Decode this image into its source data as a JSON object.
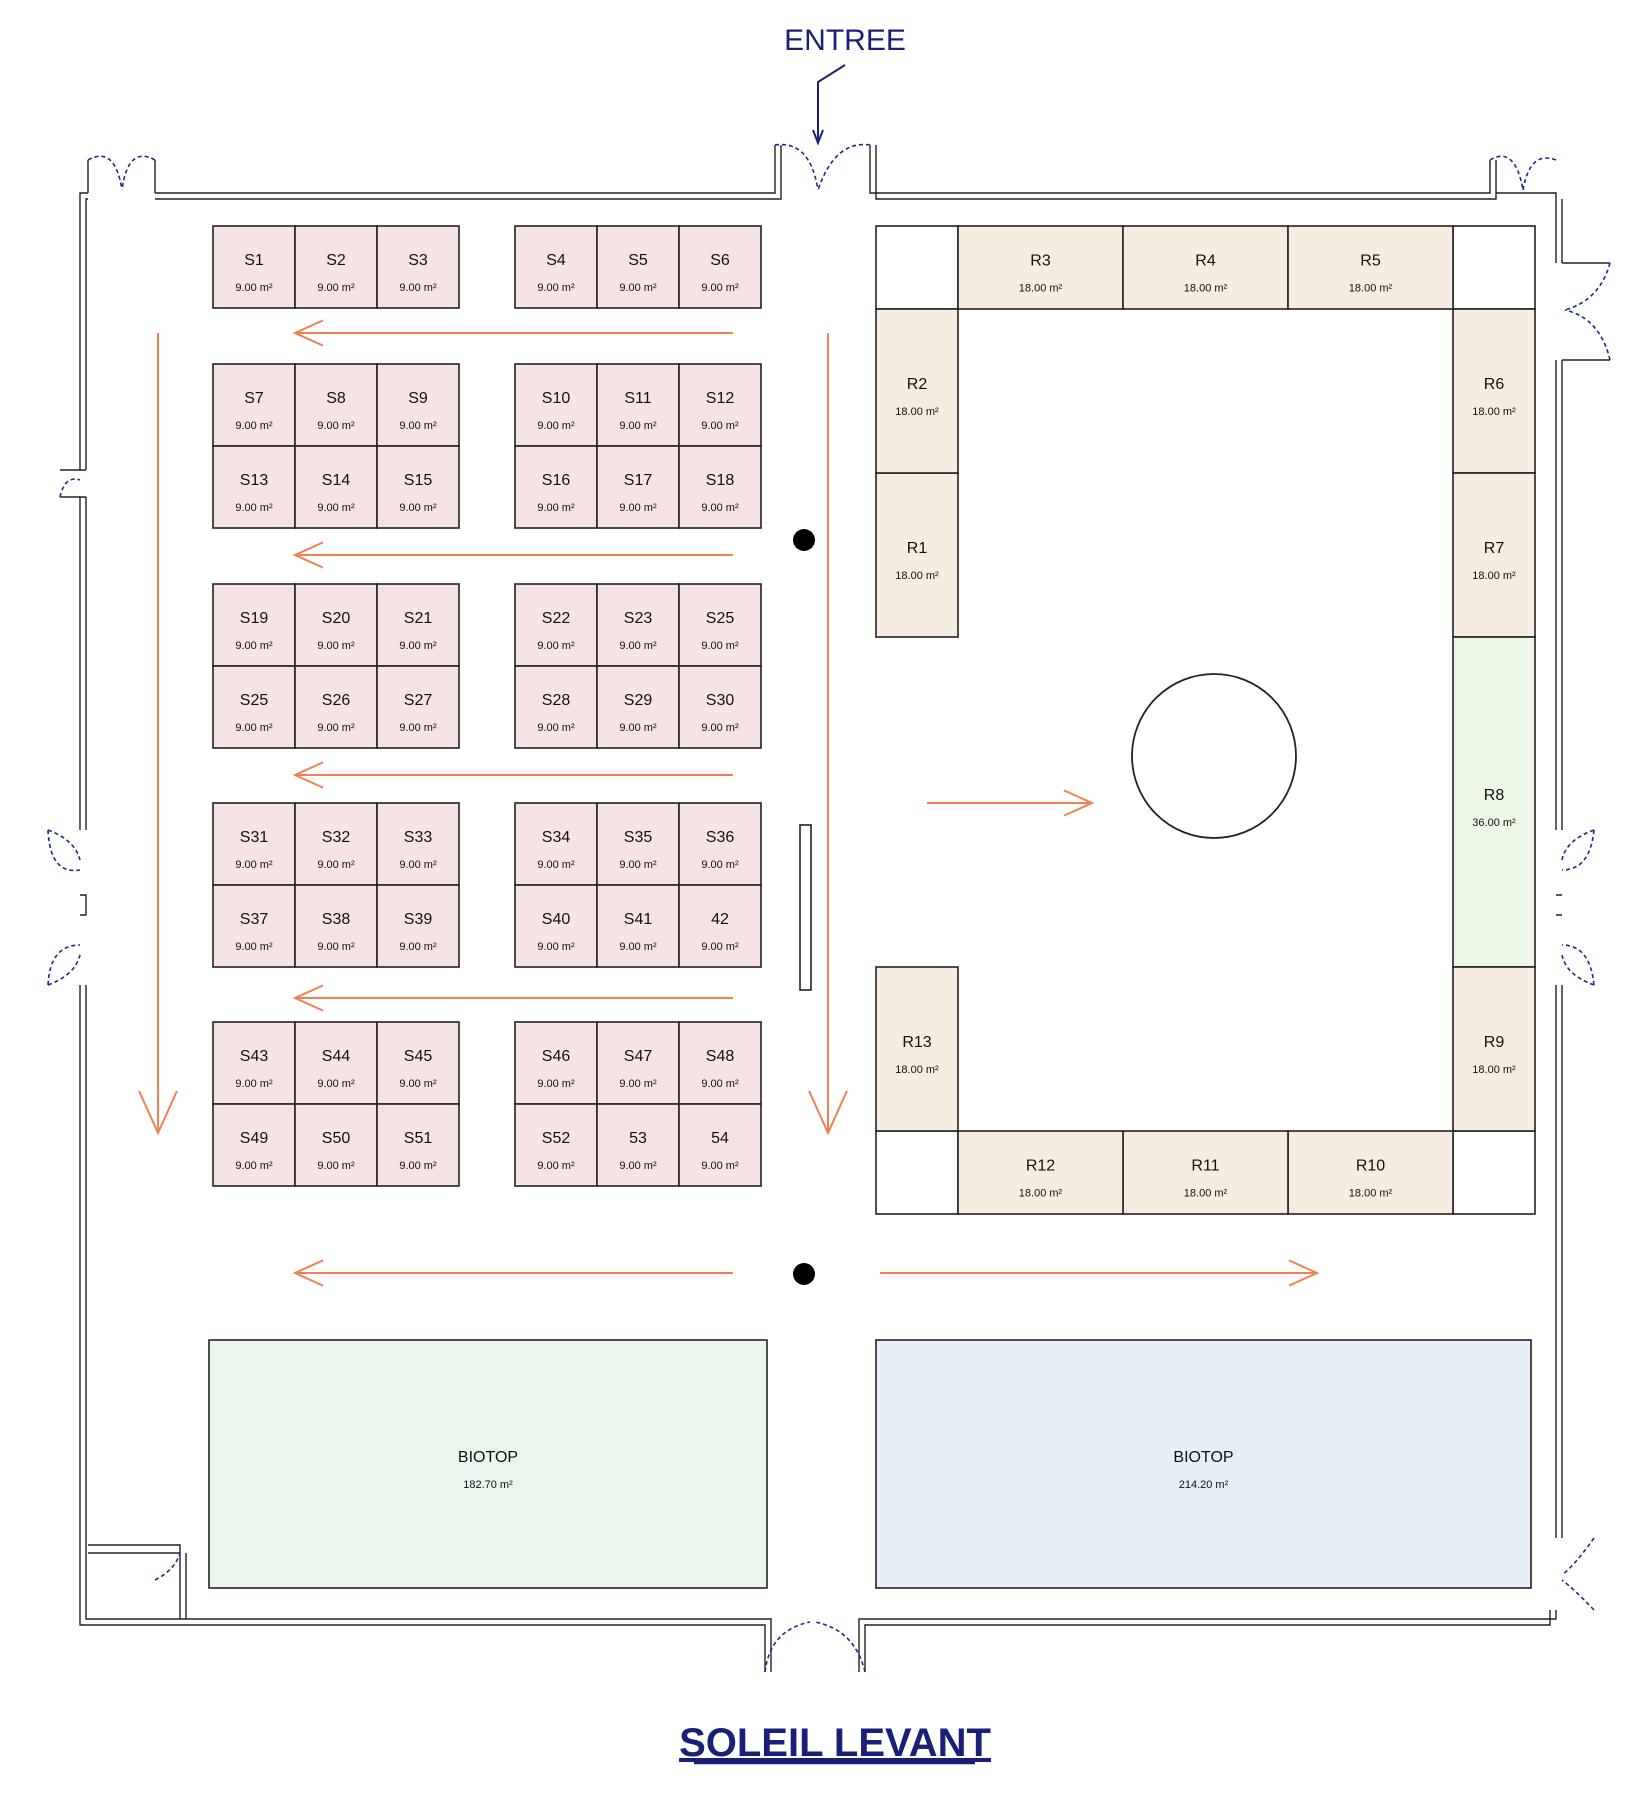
{
  "entrance": {
    "label": "ENTREE"
  },
  "title": "SOLEIL LEVANT",
  "booths_s": [
    {
      "name": "S1",
      "area": "9.00 m²"
    },
    {
      "name": "S2",
      "area": "9.00 m²"
    },
    {
      "name": "S3",
      "area": "9.00 m²"
    },
    {
      "name": "S4",
      "area": "9.00 m²"
    },
    {
      "name": "S5",
      "area": "9.00 m²"
    },
    {
      "name": "S6",
      "area": "9.00 m²"
    },
    {
      "name": "S7",
      "area": "9.00 m²"
    },
    {
      "name": "S8",
      "area": "9.00 m²"
    },
    {
      "name": "S9",
      "area": "9.00 m²"
    },
    {
      "name": "S10",
      "area": "9.00 m²"
    },
    {
      "name": "S11",
      "area": "9.00 m²"
    },
    {
      "name": "S12",
      "area": "9.00 m²"
    },
    {
      "name": "S13",
      "area": "9.00 m²"
    },
    {
      "name": "S14",
      "area": "9.00 m²"
    },
    {
      "name": "S15",
      "area": "9.00 m²"
    },
    {
      "name": "S16",
      "area": "9.00 m²"
    },
    {
      "name": "S17",
      "area": "9.00 m²"
    },
    {
      "name": "S18",
      "area": "9.00 m²"
    },
    {
      "name": "S19",
      "area": "9.00 m²"
    },
    {
      "name": "S20",
      "area": "9.00 m²"
    },
    {
      "name": "S21",
      "area": "9.00 m²"
    },
    {
      "name": "S22",
      "area": "9.00 m²"
    },
    {
      "name": "S23",
      "area": "9.00 m²"
    },
    {
      "name": "S25",
      "area": "9.00 m²"
    },
    {
      "name": "S25",
      "area": "9.00 m²"
    },
    {
      "name": "S26",
      "area": "9.00 m²"
    },
    {
      "name": "S27",
      "area": "9.00 m²"
    },
    {
      "name": "S28",
      "area": "9.00 m²"
    },
    {
      "name": "S29",
      "area": "9.00 m²"
    },
    {
      "name": "S30",
      "area": "9.00 m²"
    },
    {
      "name": "S31",
      "area": "9.00 m²"
    },
    {
      "name": "S32",
      "area": "9.00 m²"
    },
    {
      "name": "S33",
      "area": "9.00 m²"
    },
    {
      "name": "S34",
      "area": "9.00 m²"
    },
    {
      "name": "S35",
      "area": "9.00 m²"
    },
    {
      "name": "S36",
      "area": "9.00 m²"
    },
    {
      "name": "S37",
      "area": "9.00 m²"
    },
    {
      "name": "S38",
      "area": "9.00 m²"
    },
    {
      "name": "S39",
      "area": "9.00 m²"
    },
    {
      "name": "S40",
      "area": "9.00 m²"
    },
    {
      "name": "S41",
      "area": "9.00 m²"
    },
    {
      "name": "42",
      "area": "9.00 m²"
    },
    {
      "name": "S43",
      "area": "9.00 m²"
    },
    {
      "name": "S44",
      "area": "9.00 m²"
    },
    {
      "name": "S45",
      "area": "9.00 m²"
    },
    {
      "name": "S46",
      "area": "9.00 m²"
    },
    {
      "name": "S47",
      "area": "9.00 m²"
    },
    {
      "name": "S48",
      "area": "9.00 m²"
    },
    {
      "name": "S49",
      "area": "9.00 m²"
    },
    {
      "name": "S50",
      "area": "9.00 m²"
    },
    {
      "name": "S51",
      "area": "9.00 m²"
    },
    {
      "name": "S52",
      "area": "9.00 m²"
    },
    {
      "name": "53",
      "area": "9.00 m²"
    },
    {
      "name": "54",
      "area": "9.00 m²"
    }
  ],
  "booths_r": [
    {
      "name": "R1",
      "area": "18.00 m²"
    },
    {
      "name": "R2",
      "area": "18.00 m²"
    },
    {
      "name": "R3",
      "area": "18.00 m²"
    },
    {
      "name": "R4",
      "area": "18.00 m²"
    },
    {
      "name": "R5",
      "area": "18.00 m²"
    },
    {
      "name": "R6",
      "area": "18.00 m²"
    },
    {
      "name": "R7",
      "area": "18.00 m²"
    },
    {
      "name": "R8",
      "area": "36.00 m²"
    },
    {
      "name": "R9",
      "area": "18.00 m²"
    },
    {
      "name": "R10",
      "area": "18.00 m²"
    },
    {
      "name": "R11",
      "area": "18.00 m²"
    },
    {
      "name": "R12",
      "area": "18.00 m²"
    },
    {
      "name": "R13",
      "area": "18.00 m²"
    }
  ],
  "biotops": [
    {
      "name": "BIOTOP",
      "area": "182.70 m²"
    },
    {
      "name": "BIOTOP",
      "area": "214.20 m²"
    }
  ]
}
